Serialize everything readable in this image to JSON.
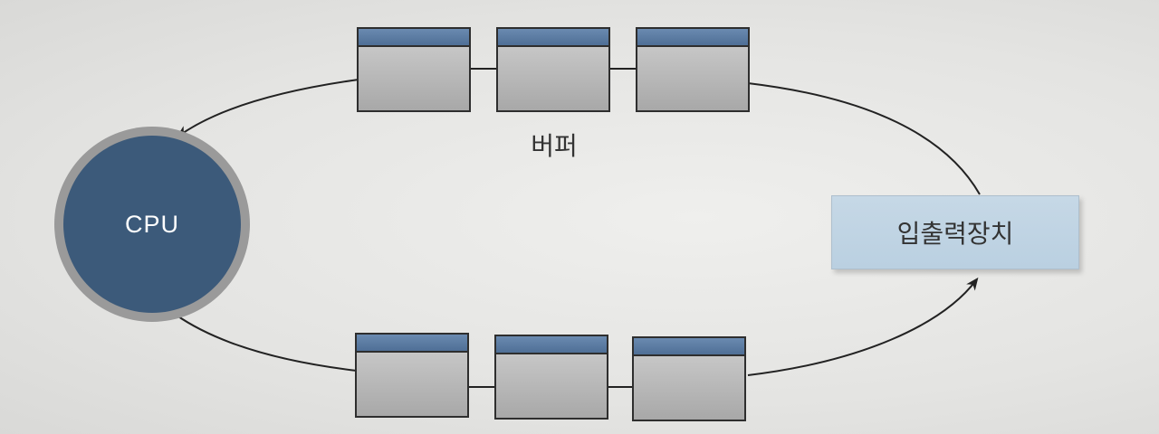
{
  "diagram": {
    "cpu_label": "CPU",
    "device_label": "입출력장치",
    "buffer_label": "버퍼",
    "top_buffer_count": 3,
    "bottom_buffer_count": 3,
    "colors": {
      "cpu_fill": "#3c5a7a",
      "cpu_ring": "#9a9a9a",
      "device_fill": "#c6d8e6",
      "buffer_header": "#5a7aa2",
      "buffer_body": "#b8b8b8"
    }
  }
}
